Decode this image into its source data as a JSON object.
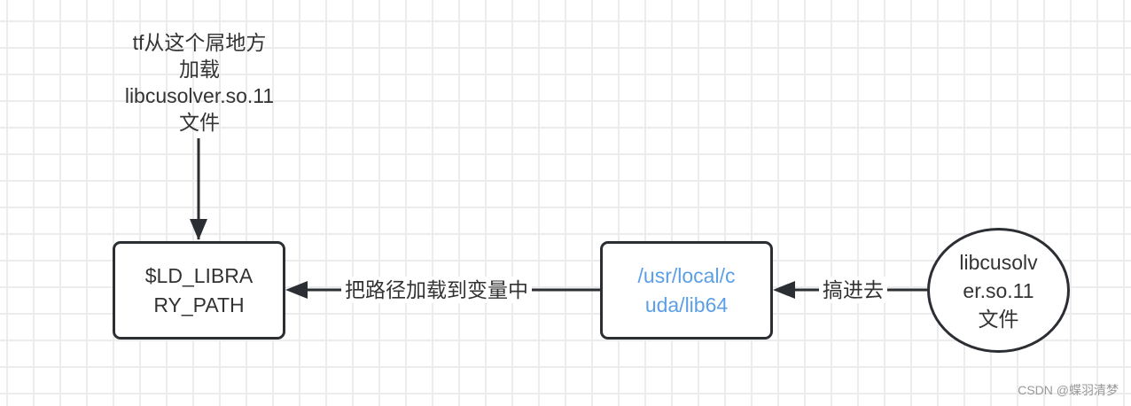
{
  "diagram": {
    "top_note": {
      "lines": [
        "tf从这个屌地方",
        "加载",
        "libcusolver.so.11",
        "文件"
      ]
    },
    "nodes": {
      "ld_library_path": {
        "lines": [
          "$LD_LIBRA",
          "RY_PATH"
        ]
      },
      "cuda_lib64": {
        "lines": [
          "/usr/local/c",
          "uda/lib64"
        ],
        "color": "#5b9fe5"
      },
      "libcusolver_file": {
        "lines": [
          "libcusolv",
          "er.so.11",
          "文件"
        ]
      }
    },
    "edges": {
      "note_to_ld": {
        "label": ""
      },
      "cuda_to_ld": {
        "label": "把路径加载到变量中"
      },
      "file_to_cuda": {
        "label": "搞进去"
      }
    },
    "colors": {
      "stroke": "#2b2e33",
      "text": "#333333",
      "link_text": "#5b9fe5",
      "grid": "#ececec"
    }
  },
  "watermark": "CSDN @蝶羽清梦"
}
